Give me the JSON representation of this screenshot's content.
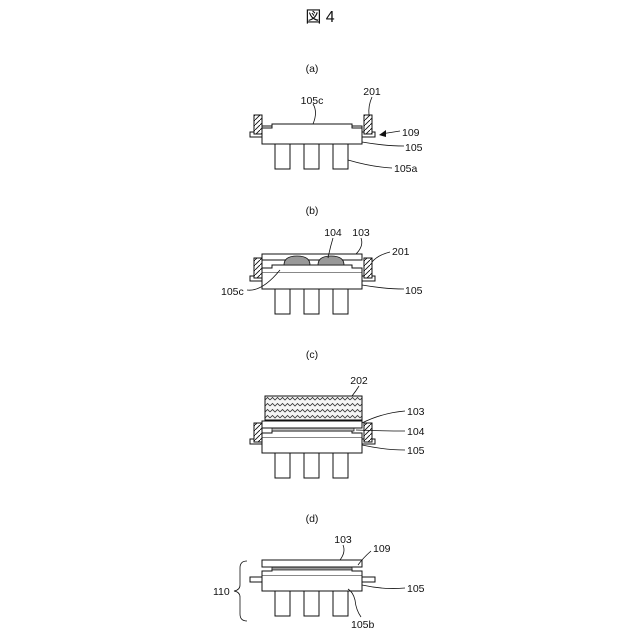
{
  "figure": {
    "title": "図 4",
    "panels": {
      "a": {
        "caption": "(a)",
        "labels": {
          "l105c": "105c",
          "l201": "201",
          "l109": "109",
          "l105": "105",
          "l105a": "105a"
        }
      },
      "b": {
        "caption": "(b)",
        "labels": {
          "l104": "104",
          "l103": "103",
          "l201": "201",
          "l105c": "105c",
          "l105": "105"
        }
      },
      "c": {
        "caption": "(c)",
        "labels": {
          "l202": "202",
          "l103": "103",
          "l104": "104",
          "l105": "105"
        }
      },
      "d": {
        "caption": "(d)",
        "labels": {
          "l103": "103",
          "l109": "109",
          "l110": "110",
          "l105": "105",
          "l105b": "105b"
        }
      }
    }
  }
}
